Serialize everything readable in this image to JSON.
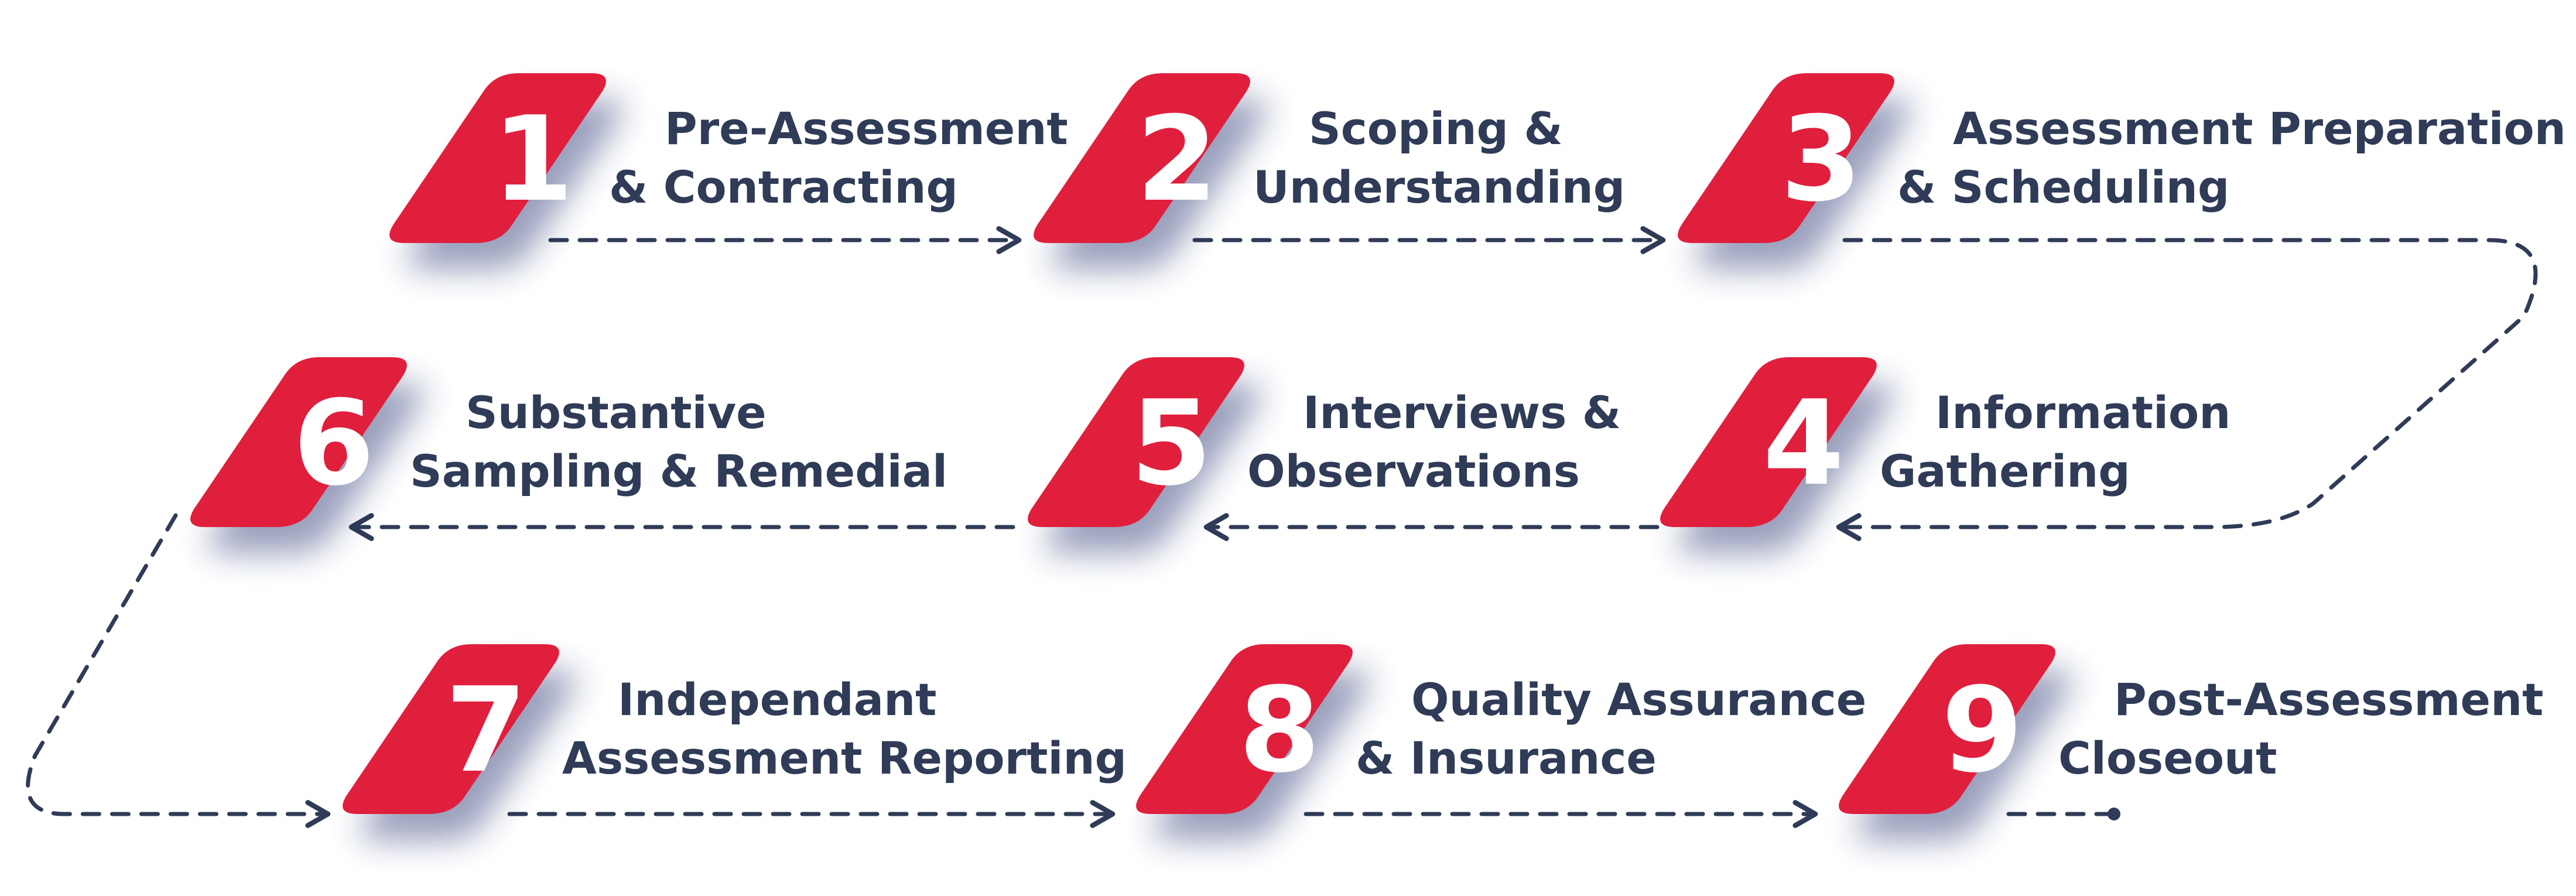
{
  "colors": {
    "badge": "#e01f3d",
    "text": "#2f3b57",
    "connector": "#2f3b57",
    "shadow": "#1c2a6b"
  },
  "steps": [
    {
      "number": "1",
      "line1": "Pre-Assessment",
      "line2": "& Contracting"
    },
    {
      "number": "2",
      "line1": "Scoping &",
      "line2": "Understanding"
    },
    {
      "number": "3",
      "line1": "Assessment Preparation",
      "line2": "& Scheduling"
    },
    {
      "number": "4",
      "line1": "Information",
      "line2": "Gathering"
    },
    {
      "number": "5",
      "line1": "Interviews &",
      "line2": "Observations"
    },
    {
      "number": "6",
      "line1": "Substantive",
      "line2": "Sampling & Remedial"
    },
    {
      "number": "7",
      "line1": "Independant",
      "line2": "Assessment Reporting"
    },
    {
      "number": "8",
      "line1": "Quality Assurance",
      "line2": "& Insurance"
    },
    {
      "number": "9",
      "line1": "Post-Assessment",
      "line2": "Closeout"
    }
  ]
}
